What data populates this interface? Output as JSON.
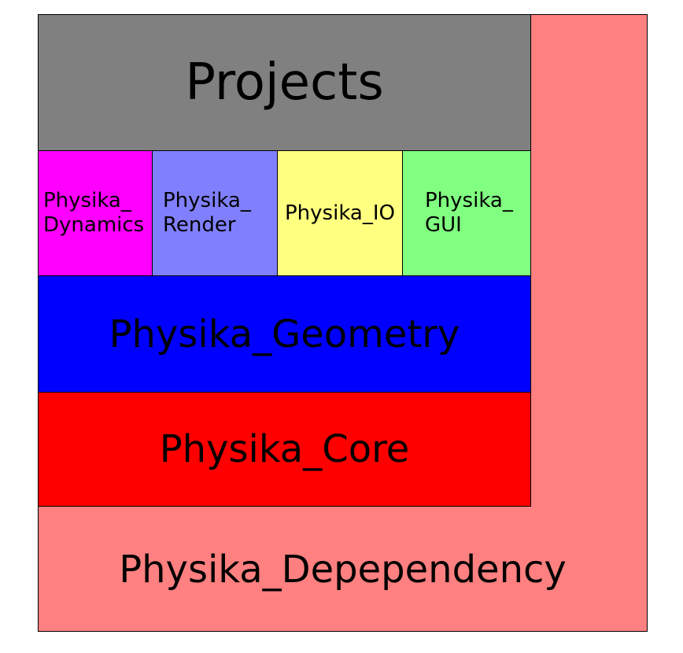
{
  "diagram": {
    "dependency": {
      "label": "Physika_Depependency",
      "color": "#ff8080"
    },
    "projects": {
      "label": "Projects",
      "color": "#808080"
    },
    "modules": [
      {
        "label": "Physika_\nDynamics",
        "color": "#ff00ff"
      },
      {
        "label": "Physika_\nRender",
        "color": "#8080ff"
      },
      {
        "label": "Physika_IO",
        "color": "#ffff80"
      },
      {
        "label": "Physika_\nGUI",
        "color": "#80ff80"
      }
    ],
    "geometry": {
      "label": "Physika_Geometry",
      "color": "#0000ff"
    },
    "core": {
      "label": "Physika_Core",
      "color": "#ff0000"
    }
  }
}
